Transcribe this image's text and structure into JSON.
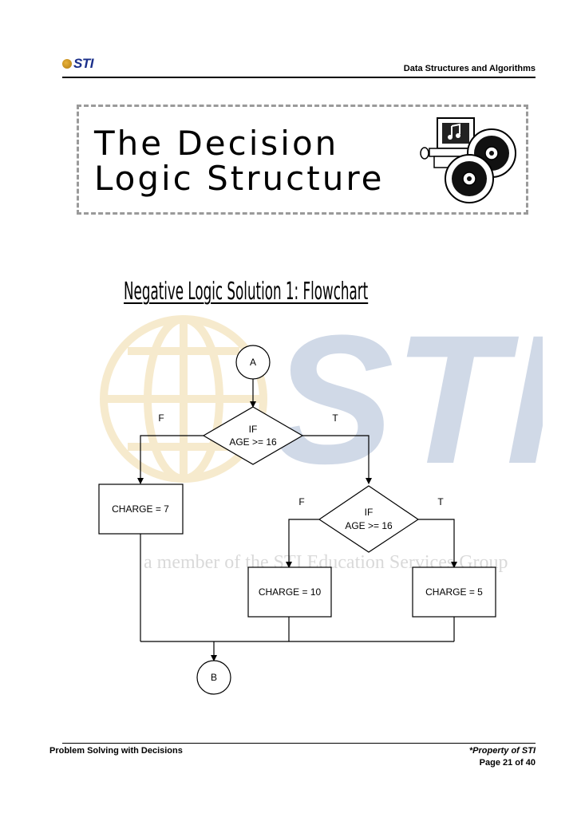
{
  "header": {
    "logo_text": "STI",
    "course": "Data Structures and Algorithms"
  },
  "title": {
    "line1": "The Decision",
    "line2": "Logic Structure"
  },
  "watermark": {
    "brand": "STI",
    "tagline": "a member of the STI Education Services Group"
  },
  "subtitle": "Negative Logic Solution 1: Flowchart",
  "flowchart": {
    "connector_start": "A",
    "connector_end": "B",
    "decision1": {
      "line1": "IF",
      "line2": "AGE >= 16",
      "false_label": "F",
      "true_label": "T"
    },
    "decision2": {
      "line1": "IF",
      "line2": "AGE >= 16",
      "false_label": "F",
      "true_label": "T"
    },
    "process_left": "CHARGE = 7",
    "process_mid": "CHARGE = 10",
    "process_right": "CHARGE = 5"
  },
  "footer": {
    "left": "Problem Solving with Decisions",
    "right": "*Property of STI",
    "page": "Page 21 of 40"
  }
}
